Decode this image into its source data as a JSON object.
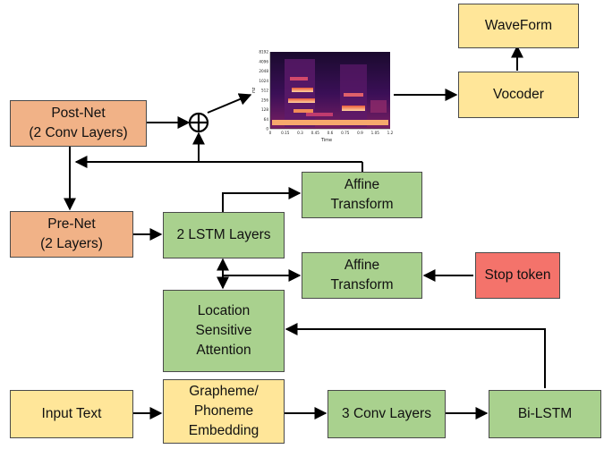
{
  "blocks": {
    "waveform": "WaveForm",
    "vocoder": "Vocoder",
    "postnet": "Post-Net\n(2 Conv Layers)",
    "prenet": "Pre-Net\n(2 Layers)",
    "lstm": "2 LSTM Layers",
    "affine_top": "Affine\nTransform",
    "affine_mid": "Affine\nTransform",
    "stop_token": "Stop token",
    "attention": "Location\nSensitive\nAttention",
    "input_text": "Input Text",
    "embedding": "Grapheme/\nPhoneme\nEmbedding",
    "conv": "3 Conv Layers",
    "bilstm": "Bi-LSTM"
  },
  "spectrogram": {
    "y_ticks": [
      "8192",
      "4096",
      "2048",
      "1024",
      "512",
      "256",
      "128",
      "64",
      "0"
    ],
    "x_ticks": [
      "0",
      "0.15",
      "0.3",
      "0.45",
      "0.6",
      "0.75",
      "0.9",
      "1.05",
      "1.2"
    ],
    "ylabel": "Hz",
    "xlabel": "Time"
  },
  "colors": {
    "orange": "#f1b287",
    "green": "#a9d18e",
    "yellow": "#ffe699",
    "red": "#f4736b"
  }
}
